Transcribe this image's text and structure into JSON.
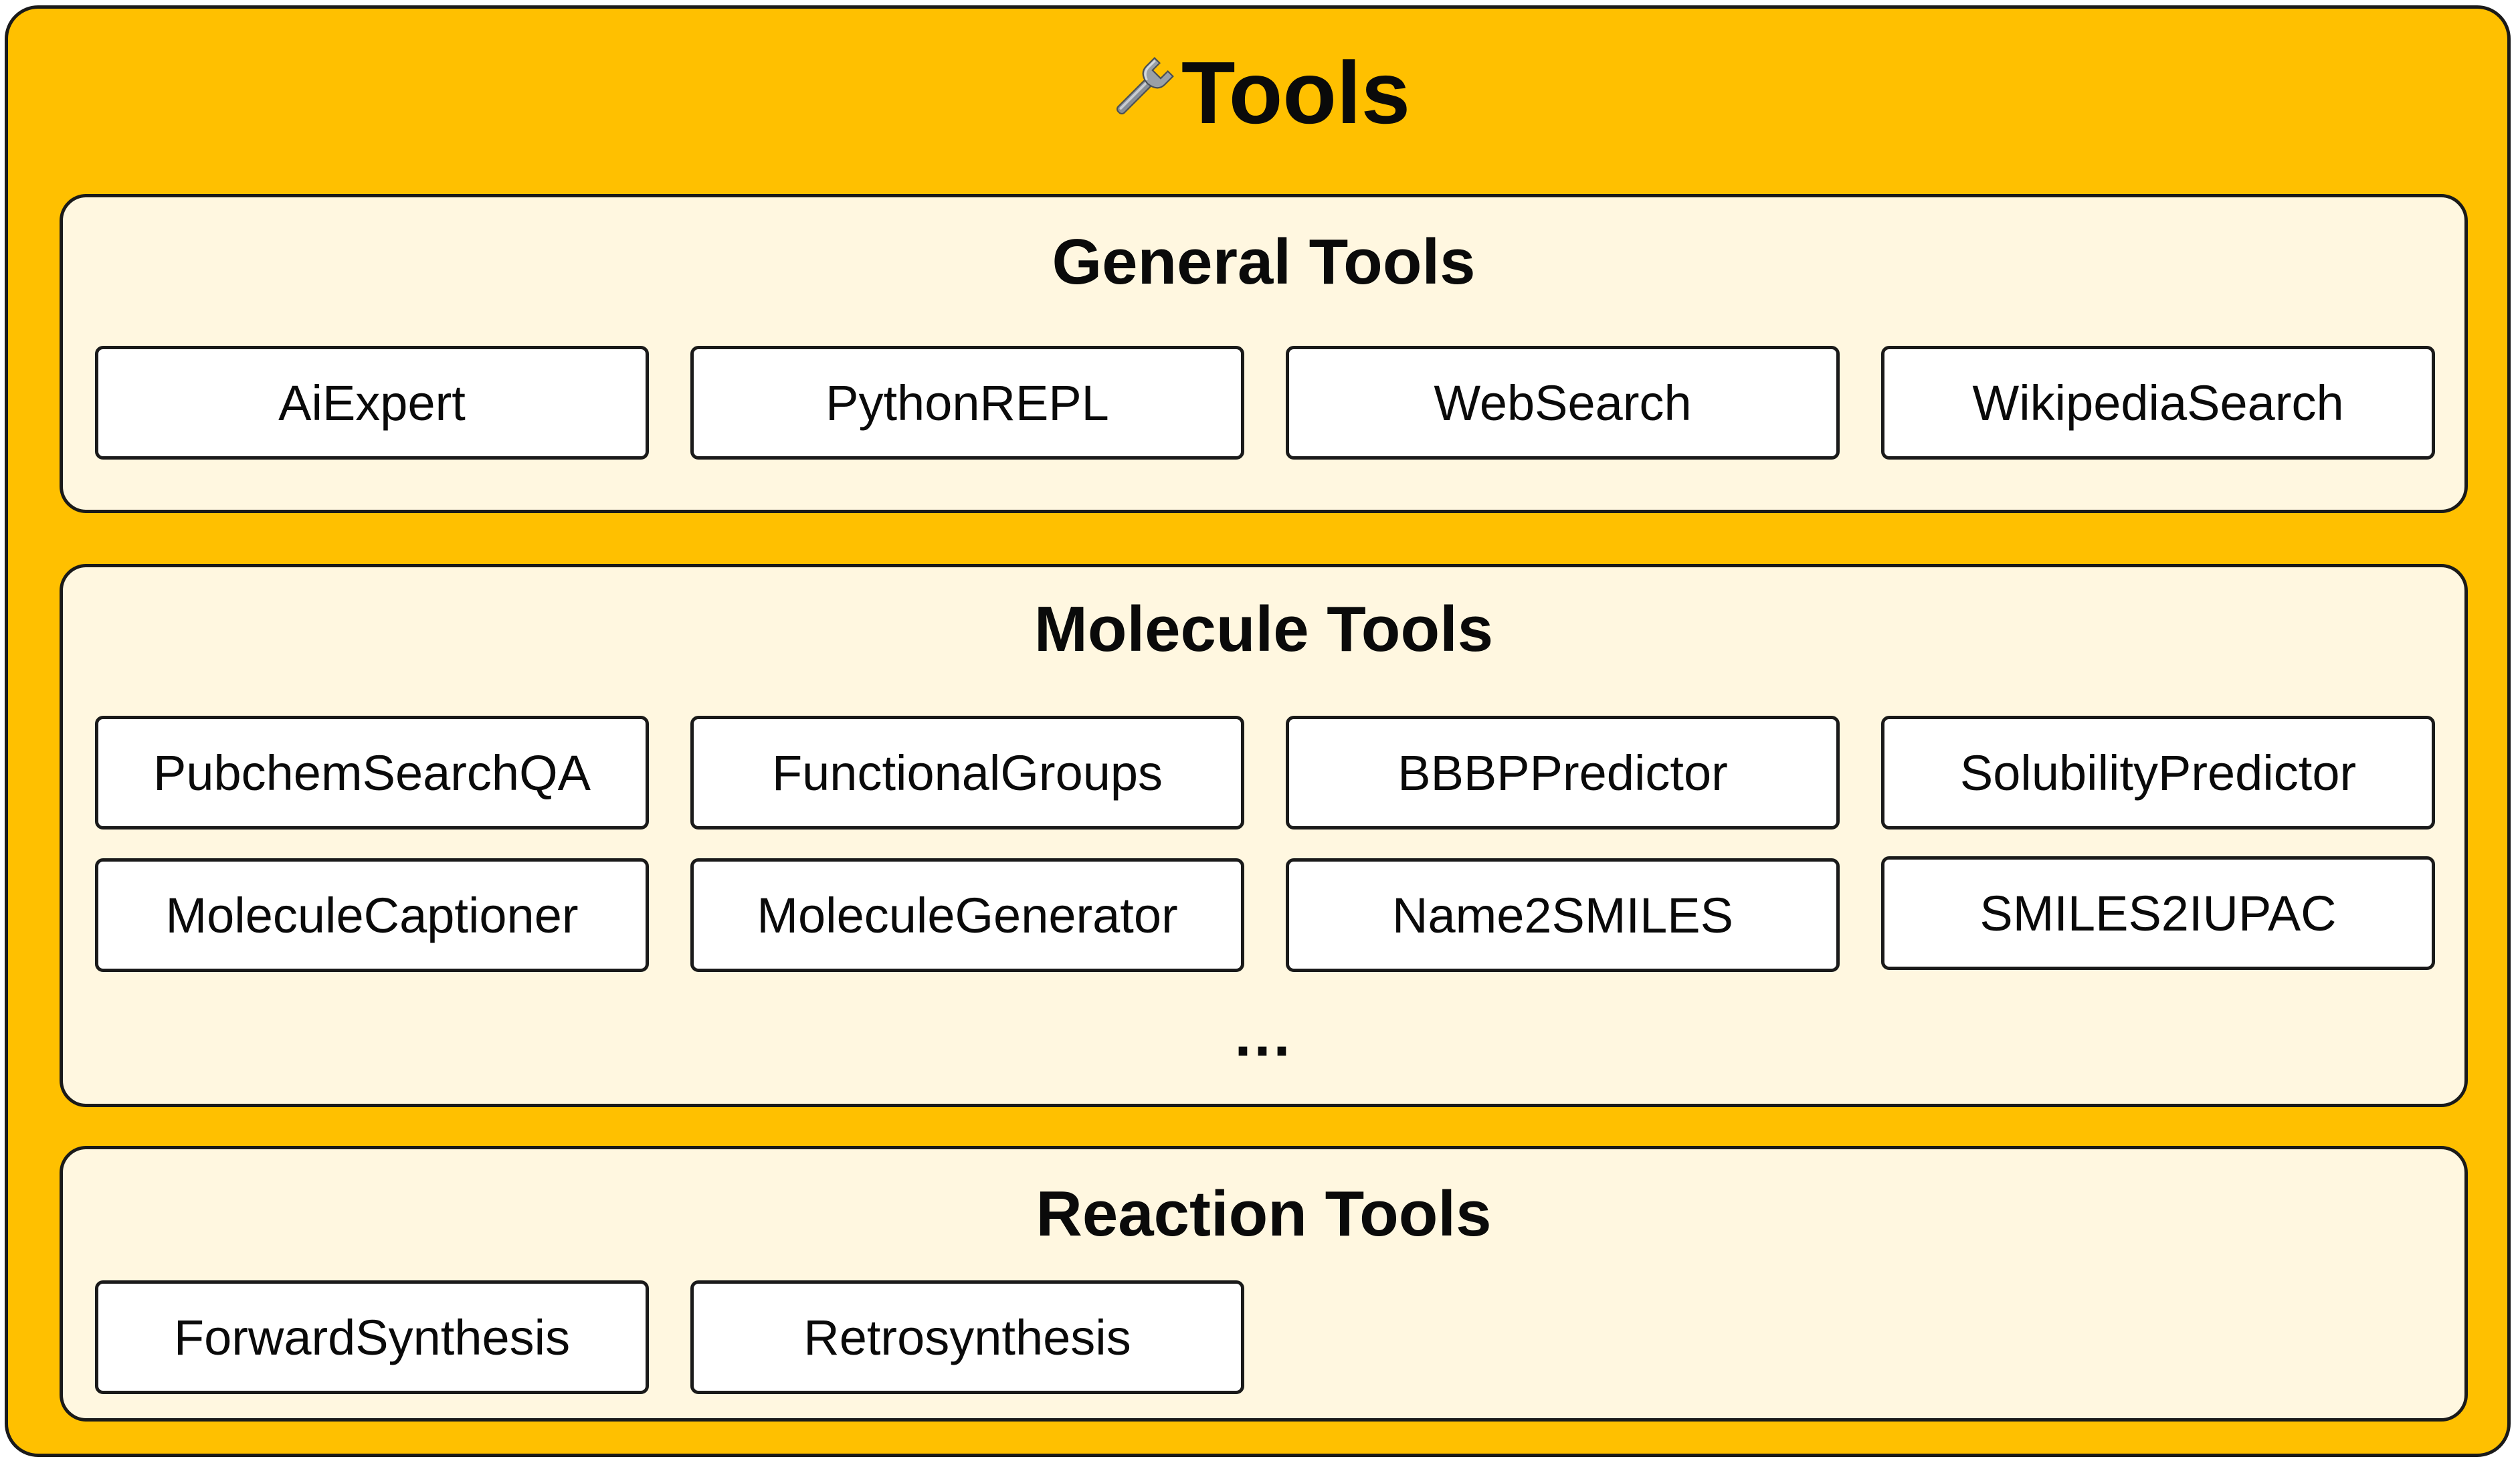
{
  "title": "Tools",
  "title_icon": "wrench-icon",
  "colors": {
    "outer_fill": "#FFC000",
    "panel_fill": "#FFF7E0",
    "box_fill": "#FFFFFF",
    "border": "#1A1A1A"
  },
  "general": {
    "title": "General Tools",
    "tools": [
      "AiExpert",
      "PythonREPL",
      "WebSearch",
      "WikipediaSearch"
    ]
  },
  "molecule": {
    "title": "Molecule Tools",
    "tools": [
      "PubchemSearchQA",
      "FunctionalGroups",
      "BBBPPredictor",
      "SolubilityPredictor",
      "MoleculeCaptioner",
      "MoleculeGenerator",
      "Name2SMILES",
      "SMILES2IUPAC"
    ],
    "more": "..."
  },
  "reaction": {
    "title": "Reaction Tools",
    "tools": [
      "ForwardSynthesis",
      "Retrosynthesis"
    ]
  }
}
